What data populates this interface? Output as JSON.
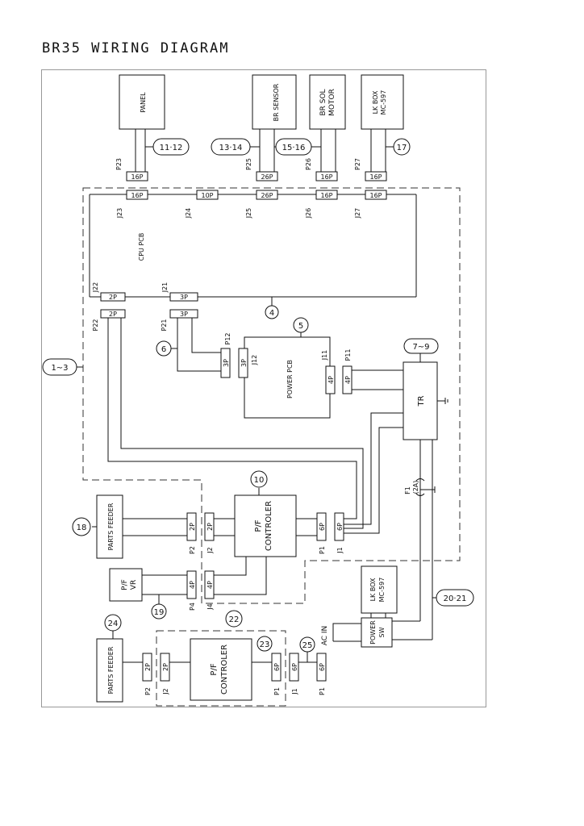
{
  "title": "BR35 WIRING DIAGRAM",
  "units": {
    "panel": "PANEL",
    "br_sensor": "BR SENSOR",
    "br_sol_1": "BR SOL",
    "br_sol_2": "MOTOR",
    "lk_box_1": "LK BOX",
    "lk_box_2": "MC-597",
    "cpu_pcb": "CPU PCB",
    "power_pcb": "POWER PCB",
    "tr": "TR",
    "parts_feeder": "PARTS FEEDER",
    "pf_controler_1": "P/F",
    "pf_controler_2": "CONTROLER",
    "pf_vr_1": "P/F",
    "pf_vr_2": "VR",
    "power_sw_1": "POWER",
    "power_sw_2": "SW",
    "ac_in": "AC IN",
    "fuse_1": "F1",
    "fuse_2": "(2A)"
  },
  "connectors": {
    "c16p": "16P",
    "c26p": "26P",
    "c10p": "10P",
    "c2p": "2P",
    "c3p": "3P",
    "c4p": "4P",
    "c6p": "6P"
  },
  "refs": {
    "p23": "P23",
    "p25": "P25",
    "p26": "P26",
    "p27": "P27",
    "j23": "J23",
    "j24": "J24",
    "j25": "J25",
    "j26": "J26",
    "j27": "J27",
    "j22": "J22",
    "j21": "J21",
    "p22": "P22",
    "p21": "P21",
    "p12": "P12",
    "j12": "J12",
    "j11": "J11",
    "p11": "P11",
    "p2": "P2",
    "j2": "J2",
    "p1": "P1",
    "j1": "J1",
    "p4": "P4",
    "j4": "J4"
  },
  "callouts": {
    "c11_12": "11·12",
    "c13_14": "13·14",
    "c15_16": "15·16",
    "c17": "17",
    "c4": "4",
    "c5": "5",
    "c6": "6",
    "c7_9": "7~9",
    "c1_3": "1~3",
    "c10": "10",
    "c18": "18",
    "c19": "19",
    "c20_21": "20·21",
    "c22": "22",
    "c23": "23",
    "c24": "24",
    "c25": "25"
  }
}
